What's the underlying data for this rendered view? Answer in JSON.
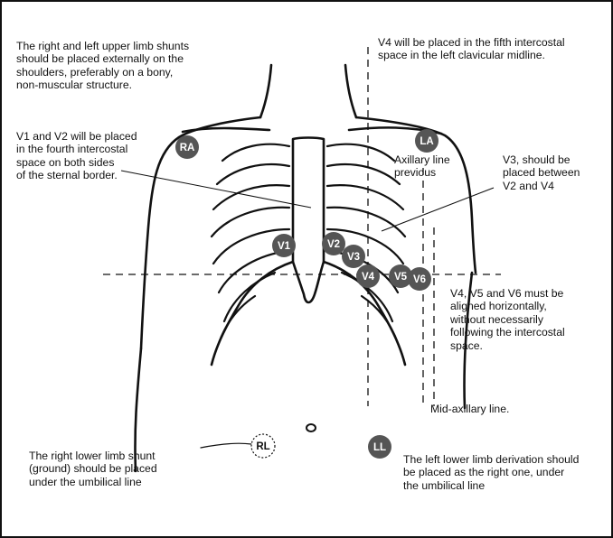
{
  "annotations": {
    "upper_limbs": "The right and left upper limb shunts\nshould be placed externally on the\nshoulders, preferably on a bony,\nnon-muscular structure.",
    "v4_position": "V4 will be placed in the fifth intercostal\nspace in the left clavicular midline.",
    "v1_v2_position": "V1 and V2 will be placed\nin the fourth intercostal\nspace on both sides\nof the sternal border.",
    "axillary_previous": "Axillary line\nprevious",
    "v3_position": "V3, should be\nplaced between\nV2 and V4",
    "horizontal_alignment": "V4, V5 and V6 must be\naligned horizontally,\nwithout necessarily\nfollowing the intercostal\nspace.",
    "mid_axillary": "Mid-axillary line.",
    "right_lower": "The right lower limb shunt\n(ground) should be placed\nunder the umbilical line",
    "left_lower": "The left lower limb derivation should\nbe placed as the right one, under\nthe umbilical line"
  },
  "electrodes": {
    "ra": "RA",
    "la": "LA",
    "v1": "V1",
    "v2": "V2",
    "v3": "V3",
    "v4": "V4",
    "v5": "V5",
    "v6": "V6",
    "ll": "LL",
    "rl": "RL"
  },
  "colors": {
    "electrode_fill": "#555555",
    "electrode_text": "#ffffff",
    "line": "#111111"
  }
}
